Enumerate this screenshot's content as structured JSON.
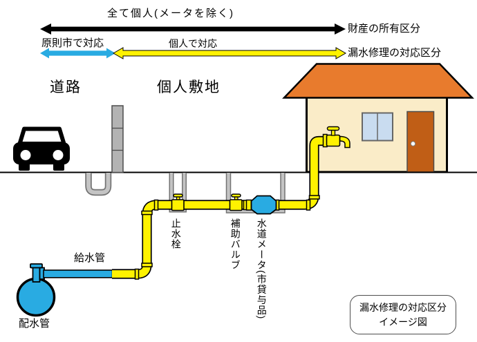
{
  "legend": {
    "ownership_label": "全て個人(メータを除く)",
    "ownership_title": "財産の所有区分",
    "repair_city": "原則市で対応",
    "repair_individual": "個人で対応",
    "repair_title": "漏水修理の対応区分"
  },
  "zones": {
    "road": "道路",
    "private_land": "個人敷地"
  },
  "parts": {
    "supply_pipe": "給水管",
    "distribution_main": "配水管",
    "stop_valve": "止水栓",
    "auxiliary_valve": "補助バルブ",
    "water_meter": "水道メータ(市貸与品)"
  },
  "caption": {
    "line1": "漏水修理の対応区分",
    "line2": "イメージ図"
  },
  "colors": {
    "city_blue": "#29ABE2",
    "individual_yellow": "#FFF200",
    "ownership_black": "#000000",
    "roof_orange": "#E87B2D",
    "wall_cream": "#FAECC8",
    "door_brown": "#C05E16",
    "window_blue": "#C9DCF0",
    "pit_gray": "#C4C4C4"
  }
}
